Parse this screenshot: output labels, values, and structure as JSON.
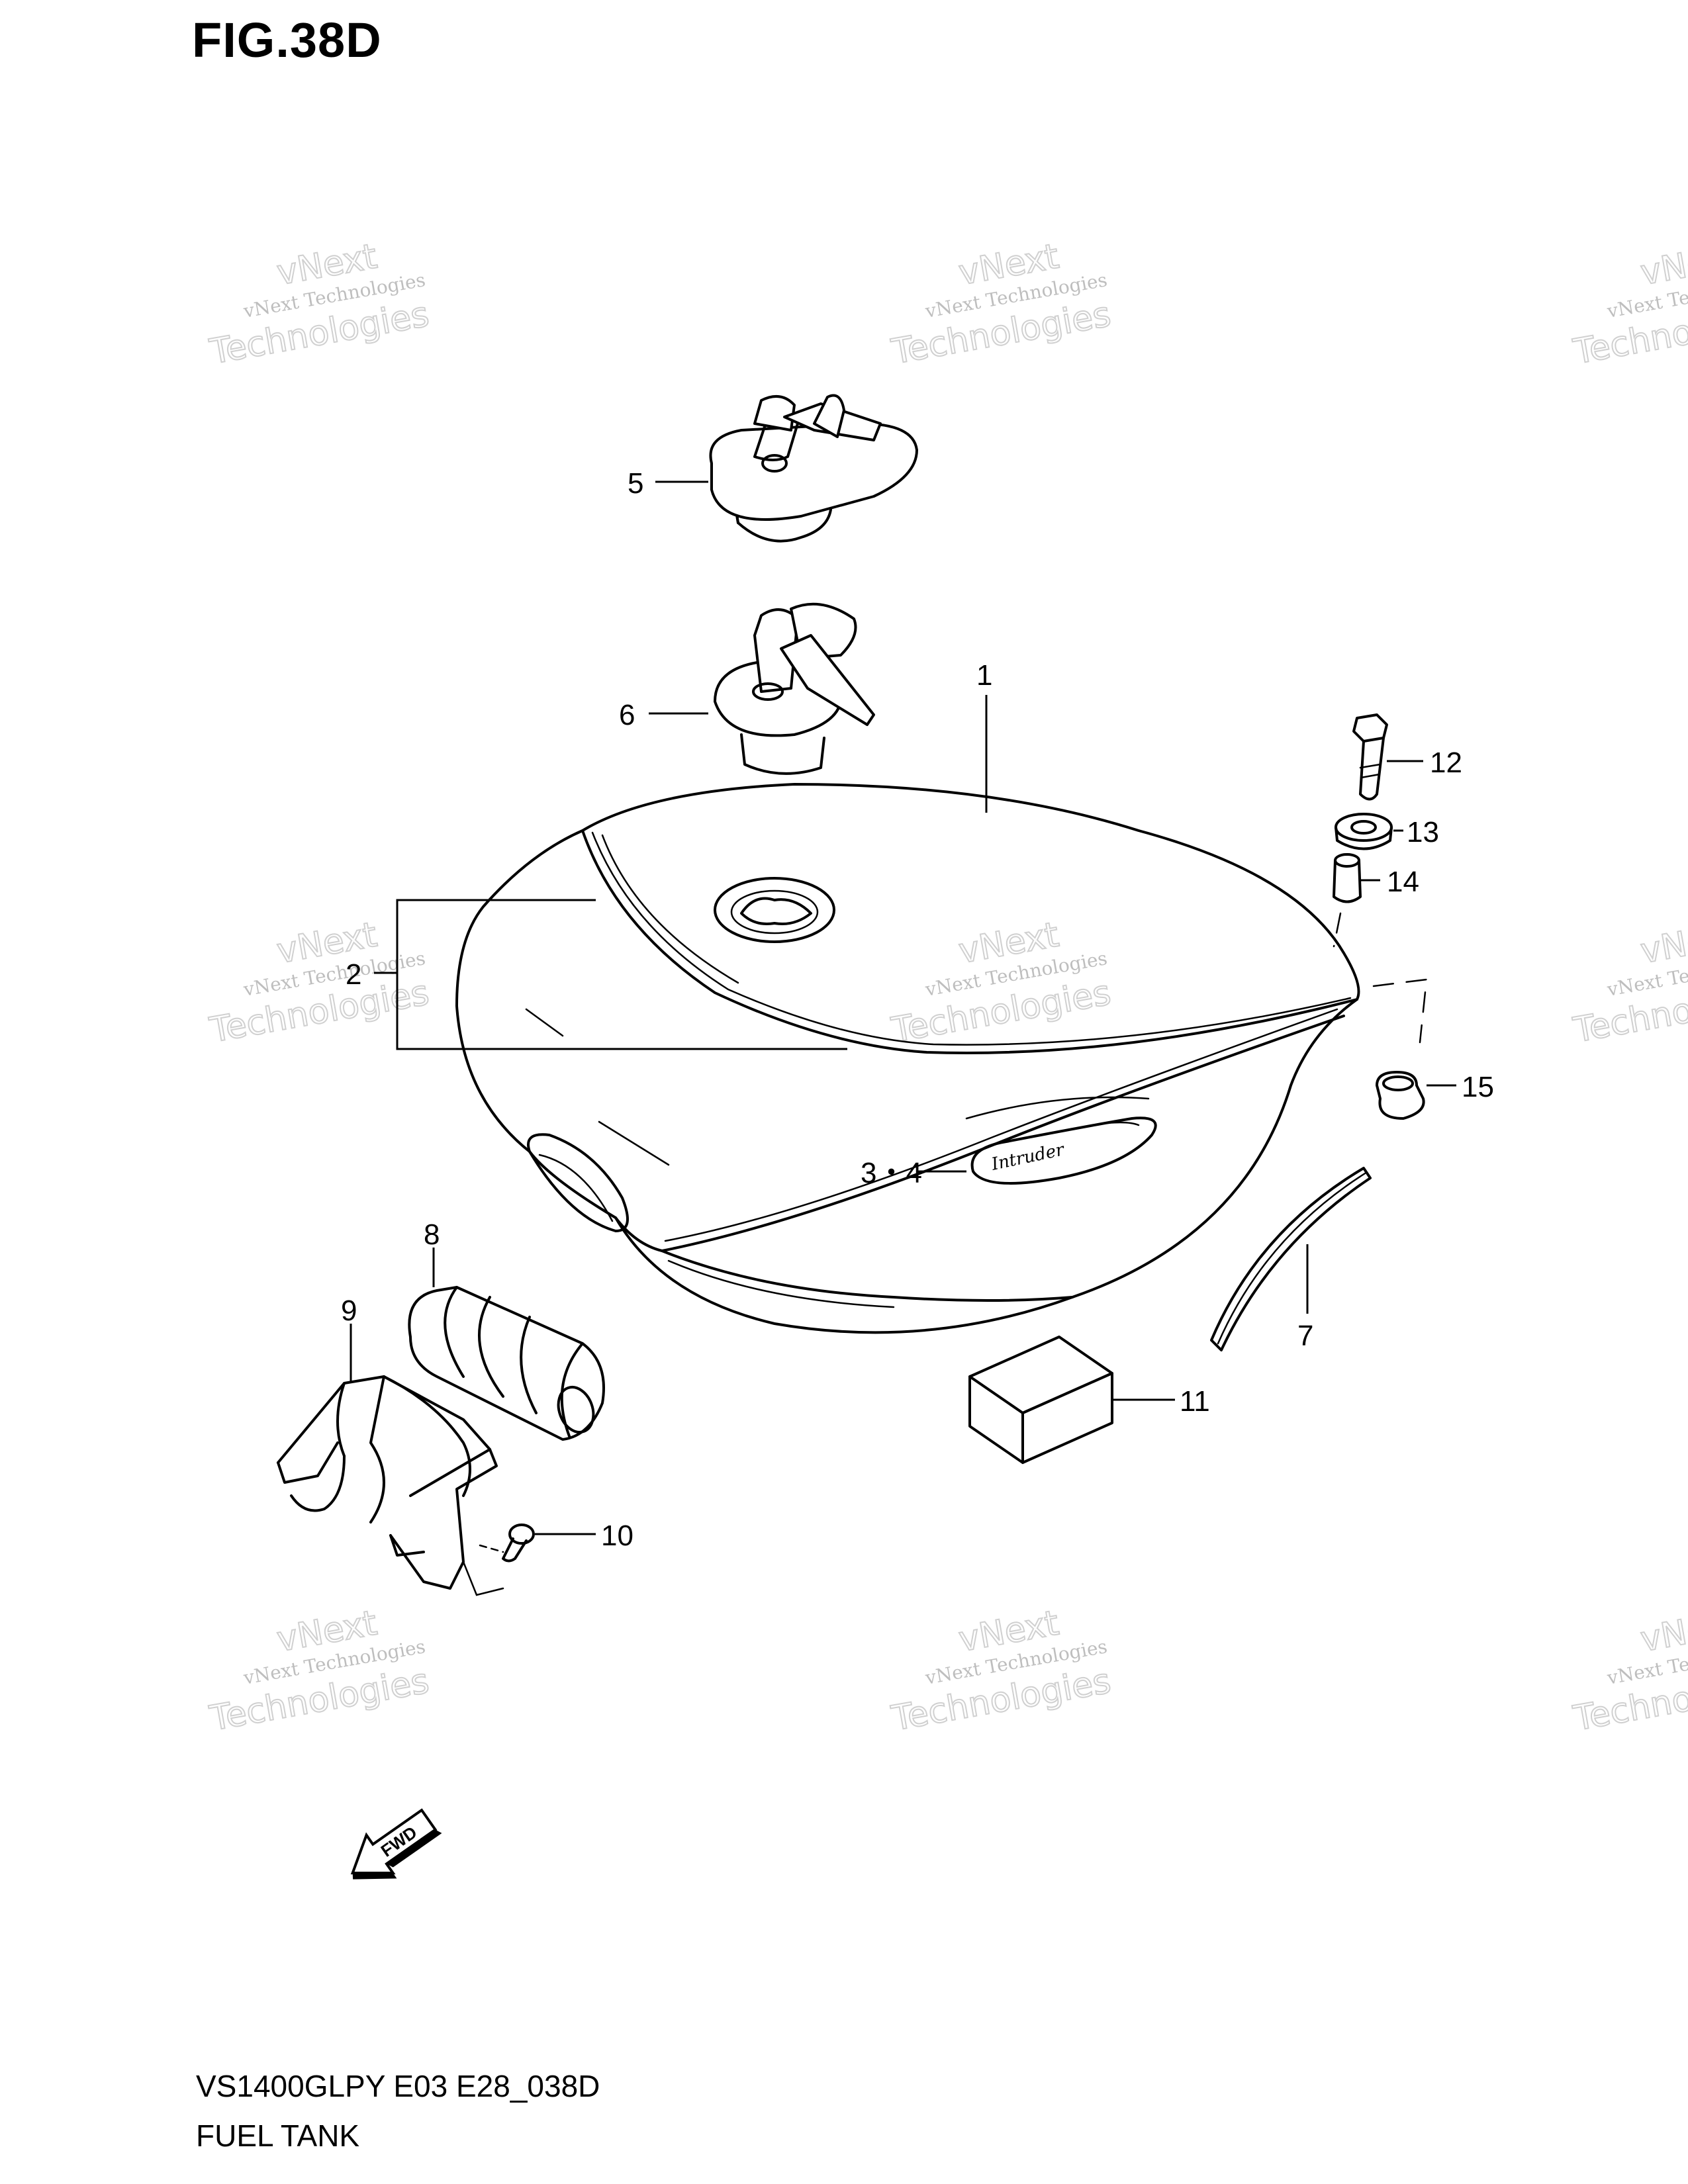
{
  "figure": {
    "title": "FIG.38D",
    "model_code": "VS1400GLPY E03 E28_038D",
    "name": "FUEL TANK"
  },
  "watermark": {
    "line1": "vNext Technologies",
    "line2": "vNext",
    "line3": "Technologies"
  },
  "callouts": [
    "1",
    "2",
    "3・4",
    "5",
    "6",
    "7",
    "8",
    "9",
    "10",
    "11",
    "12",
    "13",
    "14",
    "15"
  ],
  "emblem_text": "Intruder",
  "fwd_label": "FWD"
}
